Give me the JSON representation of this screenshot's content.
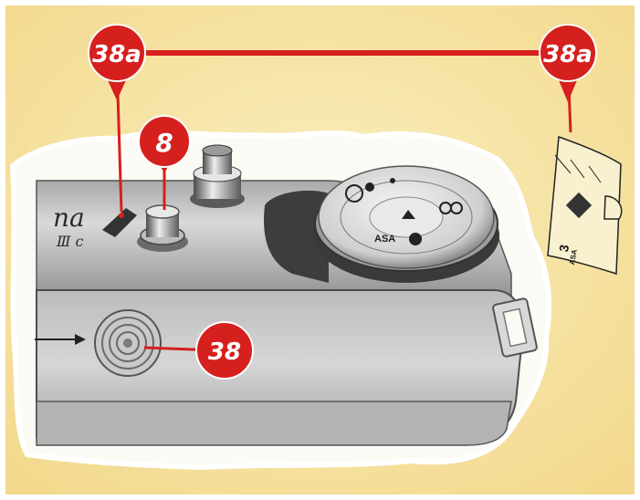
{
  "page": {
    "background_color": "#f7e7a6",
    "callout_color": "#d5201e",
    "camera_colors": {
      "body": "#c9c9c9",
      "shadow": "#5d5d5d",
      "highlight": "#efefef"
    }
  },
  "callouts": [
    {
      "id": "38a-left",
      "label": "38a"
    },
    {
      "id": "8",
      "label": "8"
    },
    {
      "id": "38a-right",
      "label": "38a"
    },
    {
      "id": "38",
      "label": "38"
    }
  ],
  "camera": {
    "brand_fragment": "na",
    "model_fragment": "Ⅲ c",
    "dial_label": "ASA"
  },
  "scale_detail": {
    "number_label": "3",
    "sub_label": "ASA"
  },
  "icons": [
    "arrow-right-icon",
    "shutter-release-icon",
    "film-speed-dial-icon",
    "accessory-shoe-icon"
  ]
}
